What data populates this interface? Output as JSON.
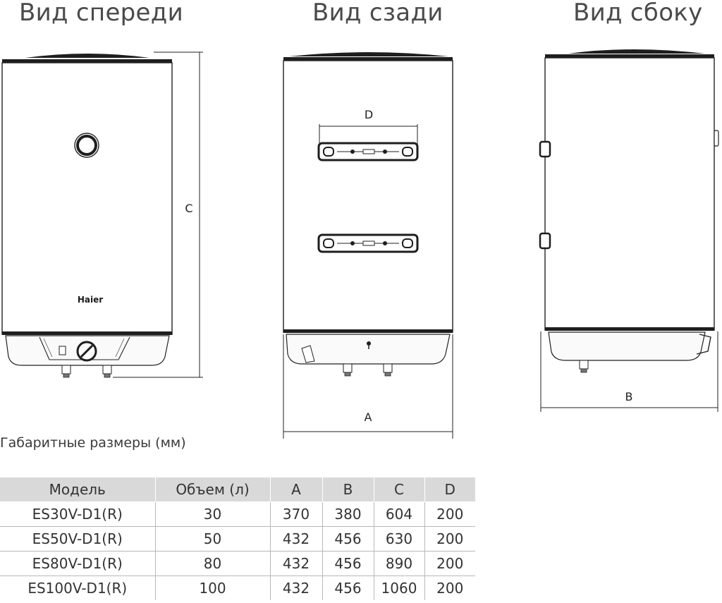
{
  "views": {
    "front": "Вид спереди",
    "back": "Вид сзади",
    "side": "Вид сбоку"
  },
  "dimension_labels": {
    "a": "A",
    "b": "B",
    "c": "C",
    "d": "D"
  },
  "brand_logo": "Haier",
  "caption": "Габаритные размеры (мм)",
  "table": {
    "headers": [
      "Модель",
      "Объем (л)",
      "A",
      "B",
      "C",
      "D"
    ],
    "rows": [
      [
        "ES30V-D1(R)",
        "30",
        "370",
        "380",
        "604",
        "200"
      ],
      [
        "ES50V-D1(R)",
        "50",
        "432",
        "456",
        "630",
        "200"
      ],
      [
        "ES80V-D1(R)",
        "80",
        "432",
        "456",
        "890",
        "200"
      ],
      [
        "ES100V-D1(R)",
        "100",
        "432",
        "456",
        "1060",
        "200"
      ]
    ]
  }
}
